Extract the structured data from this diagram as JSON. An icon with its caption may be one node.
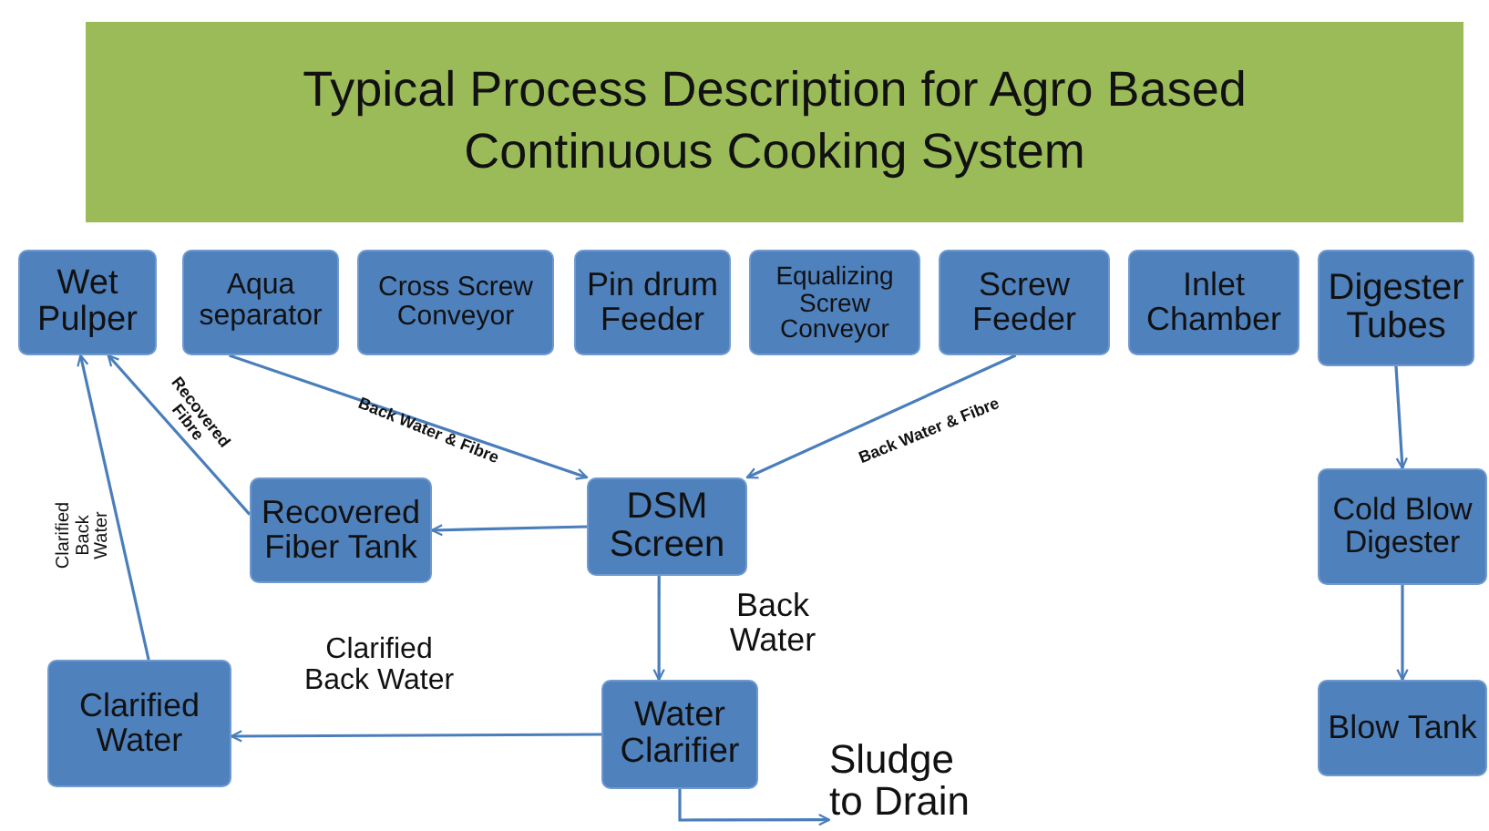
{
  "diagram": {
    "title": "Typical Process Description for Agro Based Continuous Cooking System",
    "nodes": [
      {
        "text": [
          "Wet Pulper"
        ]
      },
      {
        "text": [
          "Aqua separator"
        ]
      },
      {
        "text": [
          "Cross Screw Conveyor"
        ]
      },
      {
        "text": [
          "Pin drum Feeder"
        ]
      },
      {
        "text": [
          "Equalizing Screw Conveyor"
        ]
      },
      {
        "text": [
          "Screw Feeder"
        ]
      },
      {
        "text": [
          "Inlet Chamber"
        ]
      },
      {
        "text": [
          "Digester Tubes"
        ]
      },
      {
        "text": [
          "Recovered Fiber Tank"
        ]
      },
      {
        "text": [
          "DSM Screen"
        ]
      },
      {
        "text": [
          "Clarified Water"
        ]
      },
      {
        "text": [
          "Water Clarifier"
        ]
      },
      {
        "text": [
          "Cold Blow Digester"
        ]
      },
      {
        "text": [
          "Blow Tank"
        ]
      },
      {
        "text": [
          "Sludge to Drain"
        ]
      }
    ],
    "edges": [
      {
        "from": 1,
        "to": 9,
        "arrow": "to",
        "label": "Back Water & Fibre"
      },
      {
        "from": 5,
        "to": 9,
        "arrow": "to",
        "label": "Back Water & Fibre"
      },
      {
        "from": 9,
        "to": 8,
        "arrow": "to"
      },
      {
        "from": 8,
        "to": 0,
        "arrow": "to",
        "label": "Recovered Fibre"
      },
      {
        "from": 9,
        "to": 11,
        "arrow": "to",
        "label": "Back Water"
      },
      {
        "from": 11,
        "to": 10,
        "arrow": "to",
        "label": "Clarified Back Water"
      },
      {
        "from": 10,
        "to": 0,
        "arrow": "to",
        "label": "Clarified Back Water"
      },
      {
        "from": 7,
        "to": 12,
        "arrow": "to"
      },
      {
        "from": 12,
        "to": 13,
        "arrow": "to"
      },
      {
        "from": 11,
        "to": 14,
        "arrow": "to"
      }
    ]
  }
}
